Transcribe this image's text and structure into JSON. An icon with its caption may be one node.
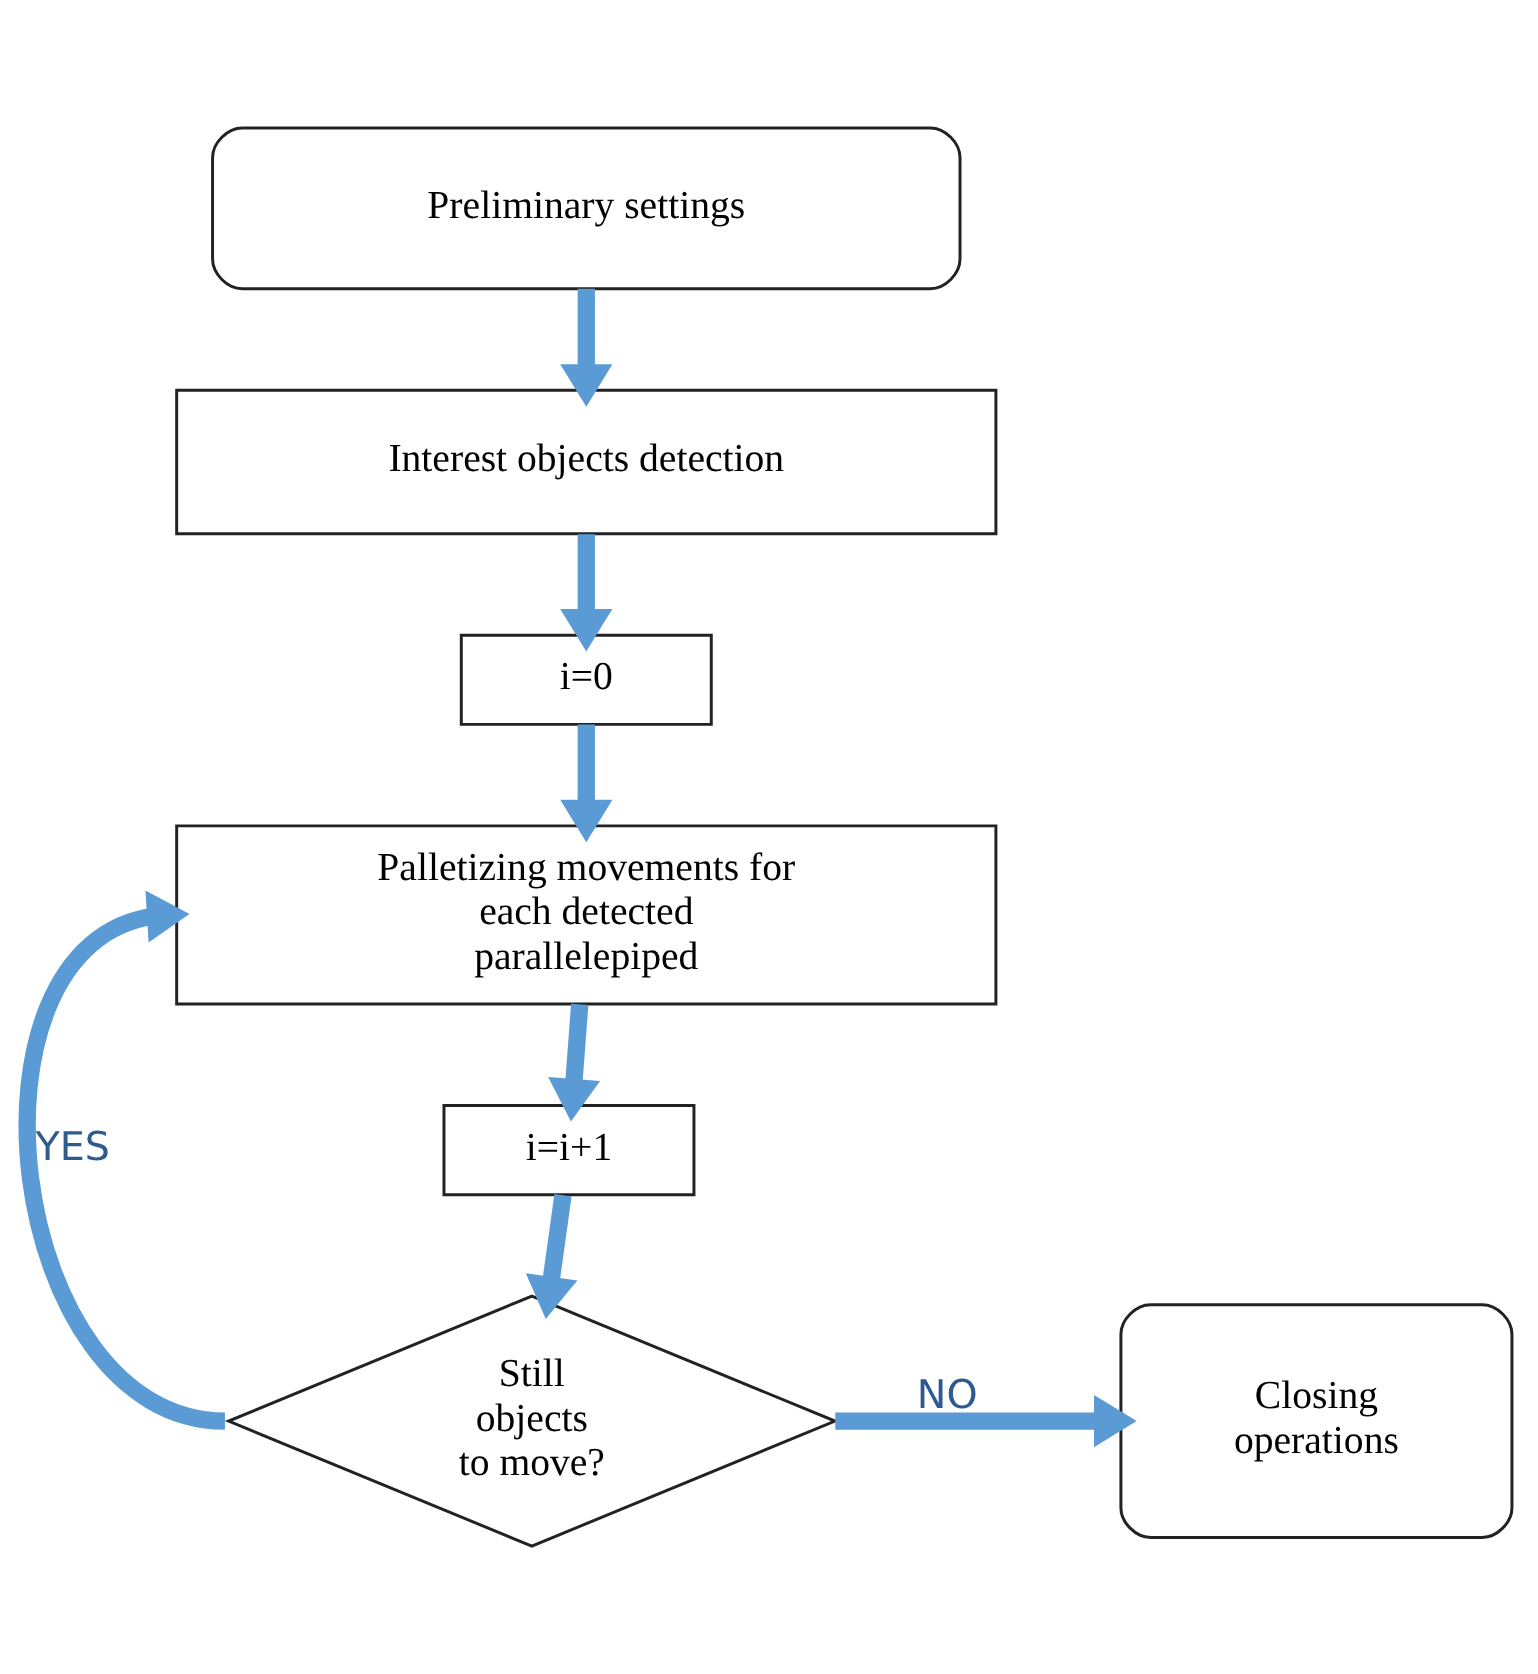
{
  "diagram": {
    "nodes": [
      {
        "text": [
          "Preliminary settings"
        ]
      },
      {
        "text": [
          "Interest objects detection"
        ]
      },
      {
        "text": [
          "i=0"
        ]
      },
      {
        "text": [
          "Palletizing movements for each detected parallelepiped"
        ]
      },
      {
        "text": [
          "i=i+1"
        ]
      },
      {
        "text": [
          "Still objects to move?"
        ]
      },
      {
        "text": [
          "Closing operations"
        ]
      }
    ],
    "edges": [
      {
        "from": 0,
        "to": 1,
        "arrow": "to"
      },
      {
        "from": 1,
        "to": 2,
        "arrow": "to"
      },
      {
        "from": 2,
        "to": 3,
        "arrow": "to"
      },
      {
        "from": 3,
        "to": 4,
        "arrow": "to"
      },
      {
        "from": 4,
        "to": 5,
        "arrow": "to"
      },
      {
        "from": 5,
        "to": 3,
        "arrow": "to",
        "label": "YES"
      },
      {
        "from": 5,
        "to": 6,
        "arrow": "to",
        "label": "NO"
      }
    ]
  }
}
